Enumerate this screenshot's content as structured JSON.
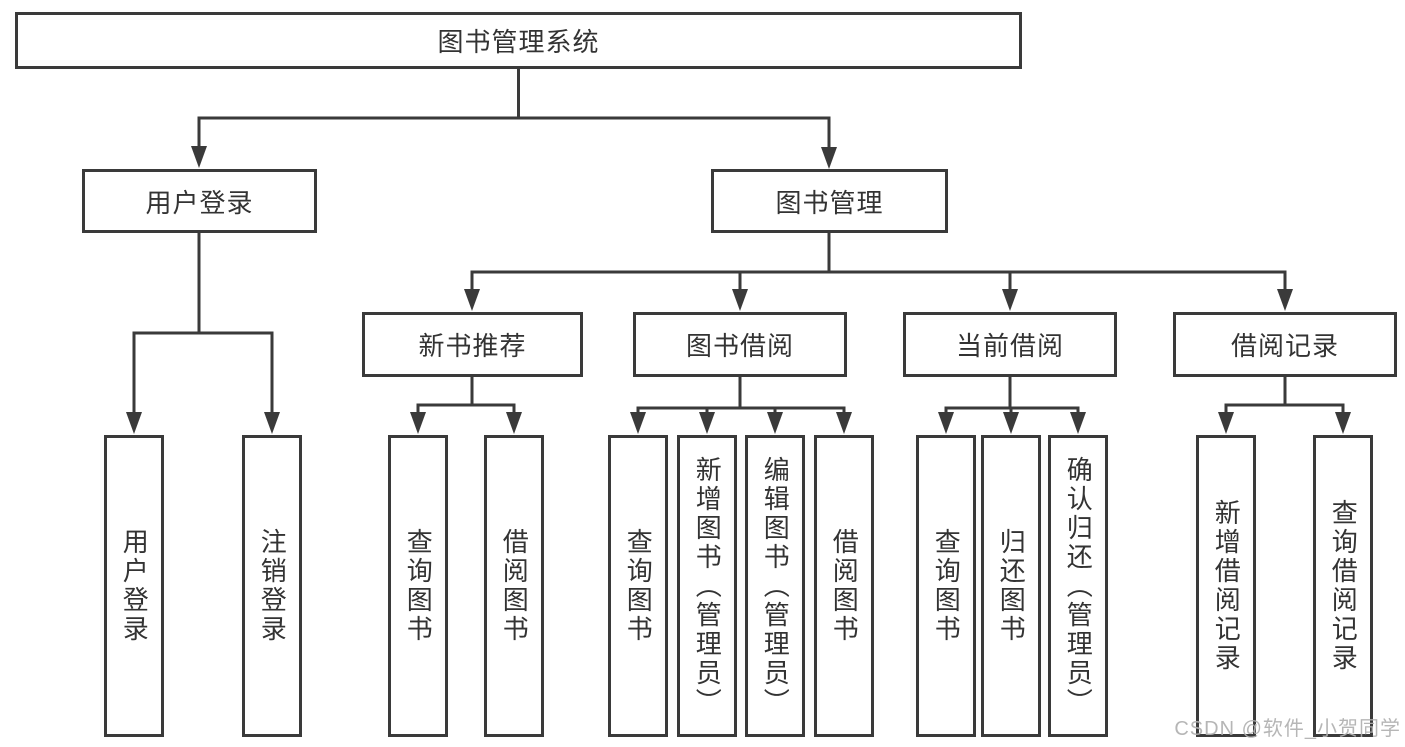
{
  "diagram": {
    "root": {
      "label": "图书管理系统"
    },
    "branches": {
      "user_login": {
        "label": "用户登录",
        "children": [
          {
            "label": "用户登录"
          },
          {
            "label": "注销登录"
          }
        ]
      },
      "book_management": {
        "label": "图书管理",
        "sections": [
          {
            "label": "新书推荐",
            "children": [
              {
                "label": "查询图书"
              },
              {
                "label": "借阅图书"
              }
            ]
          },
          {
            "label": "图书借阅",
            "children": [
              {
                "label": "查询图书"
              },
              {
                "label": "新增图书（管理员）"
              },
              {
                "label": "编辑图书（管理员）"
              },
              {
                "label": "借阅图书"
              }
            ]
          },
          {
            "label": "当前借阅",
            "children": [
              {
                "label": "查询图书"
              },
              {
                "label": "归还图书"
              },
              {
                "label": "确认归还（管理员）"
              }
            ]
          },
          {
            "label": "借阅记录",
            "children": [
              {
                "label": "新增借阅记录"
              },
              {
                "label": "查询借阅记录"
              }
            ]
          }
        ]
      }
    },
    "watermark": "CSDN @软件_小贺同学",
    "colors": {
      "line": "#3a3a3a",
      "text": "#333333",
      "box_fill": "#ffffff",
      "watermark": "#b0b0b0",
      "background": "#ffffff"
    }
  }
}
